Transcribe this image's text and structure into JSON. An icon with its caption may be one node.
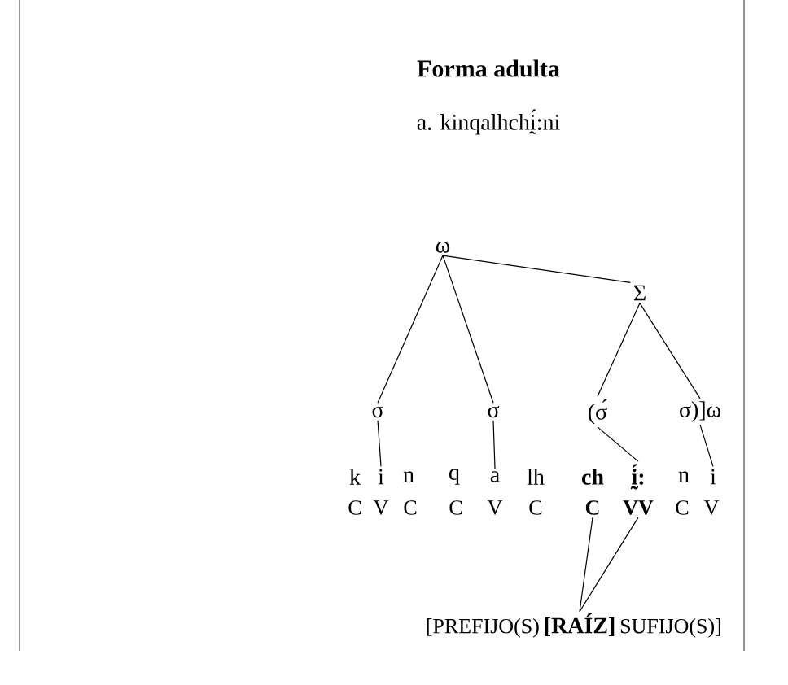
{
  "diagram": {
    "title": "Forma adulta",
    "caption": "a. kinqalhchḭ́:ni",
    "nodes": [
      {
        "text": [
          "ω"
        ]
      },
      {
        "text": [
          "Σ"
        ]
      },
      {
        "text": [
          "σ"
        ]
      },
      {
        "text": [
          "σ"
        ]
      },
      {
        "text": [
          "(σ́"
        ]
      },
      {
        "text": [
          "σ)]ω"
        ]
      },
      {
        "text": [
          "k"
        ]
      },
      {
        "text": [
          "i"
        ]
      },
      {
        "text": [
          "n"
        ]
      },
      {
        "text": [
          "q"
        ]
      },
      {
        "text": [
          "a"
        ]
      },
      {
        "text": [
          "lh"
        ]
      },
      {
        "text": [
          "ch"
        ]
      },
      {
        "text": [
          "ḭ́:"
        ]
      },
      {
        "text": [
          "n"
        ]
      },
      {
        "text": [
          "i"
        ]
      },
      {
        "text": [
          "C"
        ]
      },
      {
        "text": [
          "V"
        ]
      },
      {
        "text": [
          "C"
        ]
      },
      {
        "text": [
          "C"
        ]
      },
      {
        "text": [
          "V"
        ]
      },
      {
        "text": [
          "C"
        ]
      },
      {
        "text": [
          "C"
        ]
      },
      {
        "text": [
          "VV"
        ]
      },
      {
        "text": [
          "C"
        ]
      },
      {
        "text": [
          "V"
        ]
      },
      {
        "text": [
          "[PREFIJO(S)"
        ]
      },
      {
        "text": [
          "[RAÍZ]"
        ]
      },
      {
        "text": [
          "SUFIJO(S)]"
        ]
      }
    ],
    "edges": [
      {
        "from": 0,
        "to": 2,
        "arrow": "none"
      },
      {
        "from": 0,
        "to": 3,
        "arrow": "none"
      },
      {
        "from": 0,
        "to": 1,
        "arrow": "none"
      },
      {
        "from": 1,
        "to": 4,
        "arrow": "none"
      },
      {
        "from": 1,
        "to": 5,
        "arrow": "none"
      },
      {
        "from": 2,
        "to": 7,
        "arrow": "none"
      },
      {
        "from": 3,
        "to": 10,
        "arrow": "none"
      },
      {
        "from": 4,
        "to": 13,
        "arrow": "none"
      },
      {
        "from": 5,
        "to": 15,
        "arrow": "none"
      },
      {
        "from": 22,
        "to": 27,
        "arrow": "none"
      },
      {
        "from": 23,
        "to": 27,
        "arrow": "none"
      }
    ]
  }
}
